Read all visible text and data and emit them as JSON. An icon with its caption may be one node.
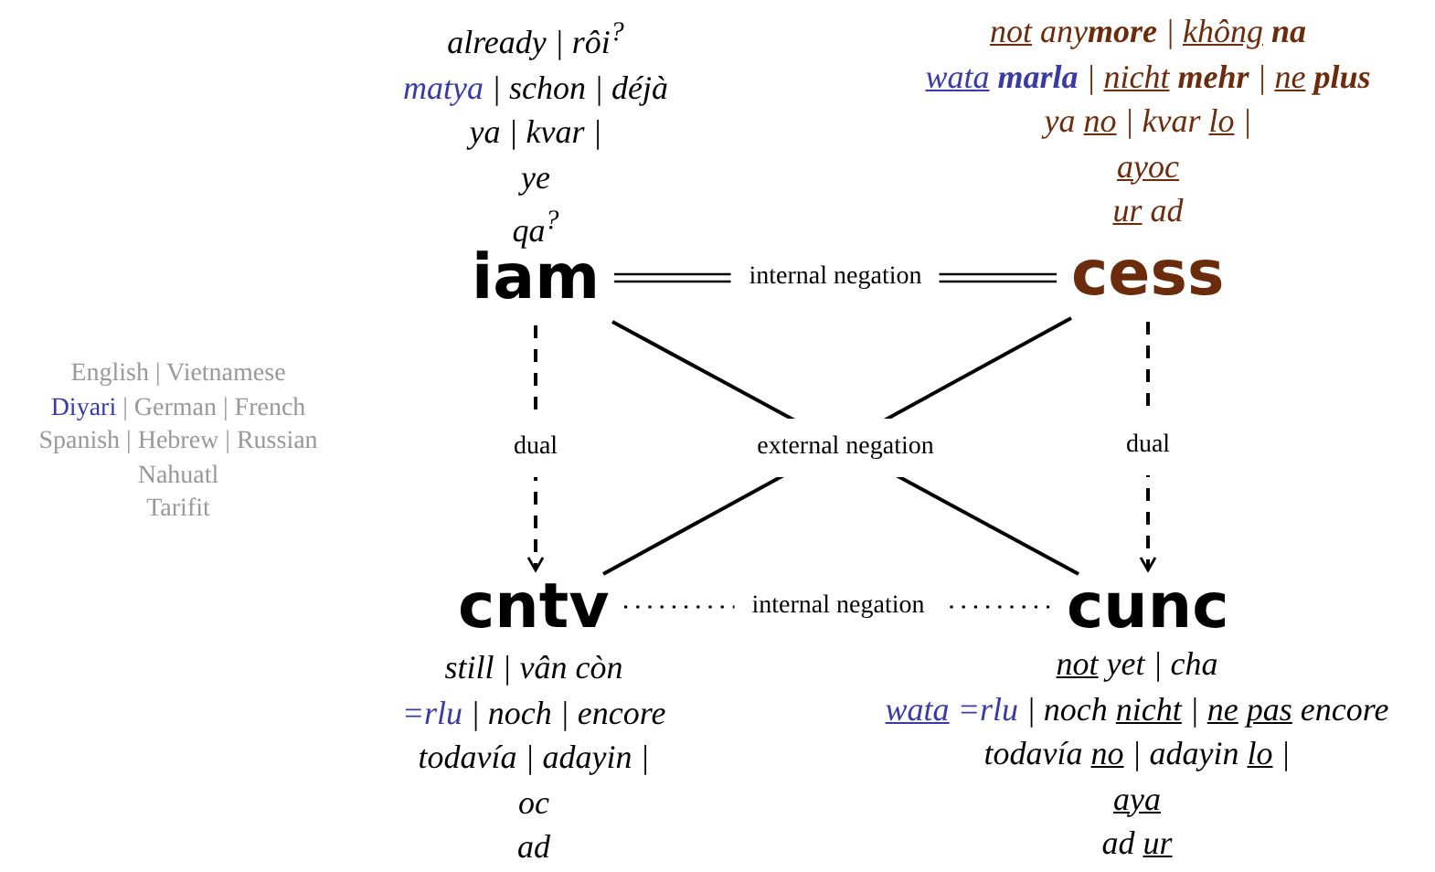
{
  "diagram": {
    "nodes": [
      {
        "text": [
          "iam"
        ],
        "beside": [
          "already | rôi$^{?}$",
          "matya | schon | déjà",
          "ya | kvar |",
          "ye",
          "qa$^{?}$"
        ]
      },
      {
        "text": [
          "cess"
        ],
        "beside": [
          "not any**more** | không **na**",
          "wata **marla** | nicht **mehr** | ne **plus**",
          "ya no | kvar lo |",
          "ayoc",
          "ur ad"
        ]
      },
      {
        "text": [
          "cntv"
        ],
        "beside": [
          "still | vân còn",
          "=rlu | noch | encore",
          "todavía | adayin |",
          "oc",
          "ad"
        ]
      },
      {
        "text": [
          "cunc"
        ],
        "beside": [
          "not yet | cha",
          "wata =rlu | noch nicht | ne pas encore",
          "todavía no | adayin lo |",
          "aya",
          "ad ur"
        ]
      }
    ],
    "edges": [
      {
        "from": 0,
        "to": 1,
        "arrow": "none",
        "label": "internal negation"
      },
      {
        "from": 0,
        "to": 2,
        "arrow": "to",
        "label": "dual",
        "style": "dashed"
      },
      {
        "from": 1,
        "to": 3,
        "arrow": "to",
        "label": "dual",
        "style": "dashed"
      },
      {
        "from": 2,
        "to": 3,
        "arrow": "none",
        "label": "internal negation",
        "style": "dashed"
      },
      {
        "from": 0,
        "to": 3,
        "arrow": "none",
        "label": "external negation"
      },
      {
        "from": 1,
        "to": 2,
        "arrow": "none"
      }
    ],
    "labels": [
      "English | Vietnamese",
      "Diyari | German | French",
      "Spanish | Hebrew | Russian",
      "Nahuatl",
      "Tarifit"
    ]
  }
}
